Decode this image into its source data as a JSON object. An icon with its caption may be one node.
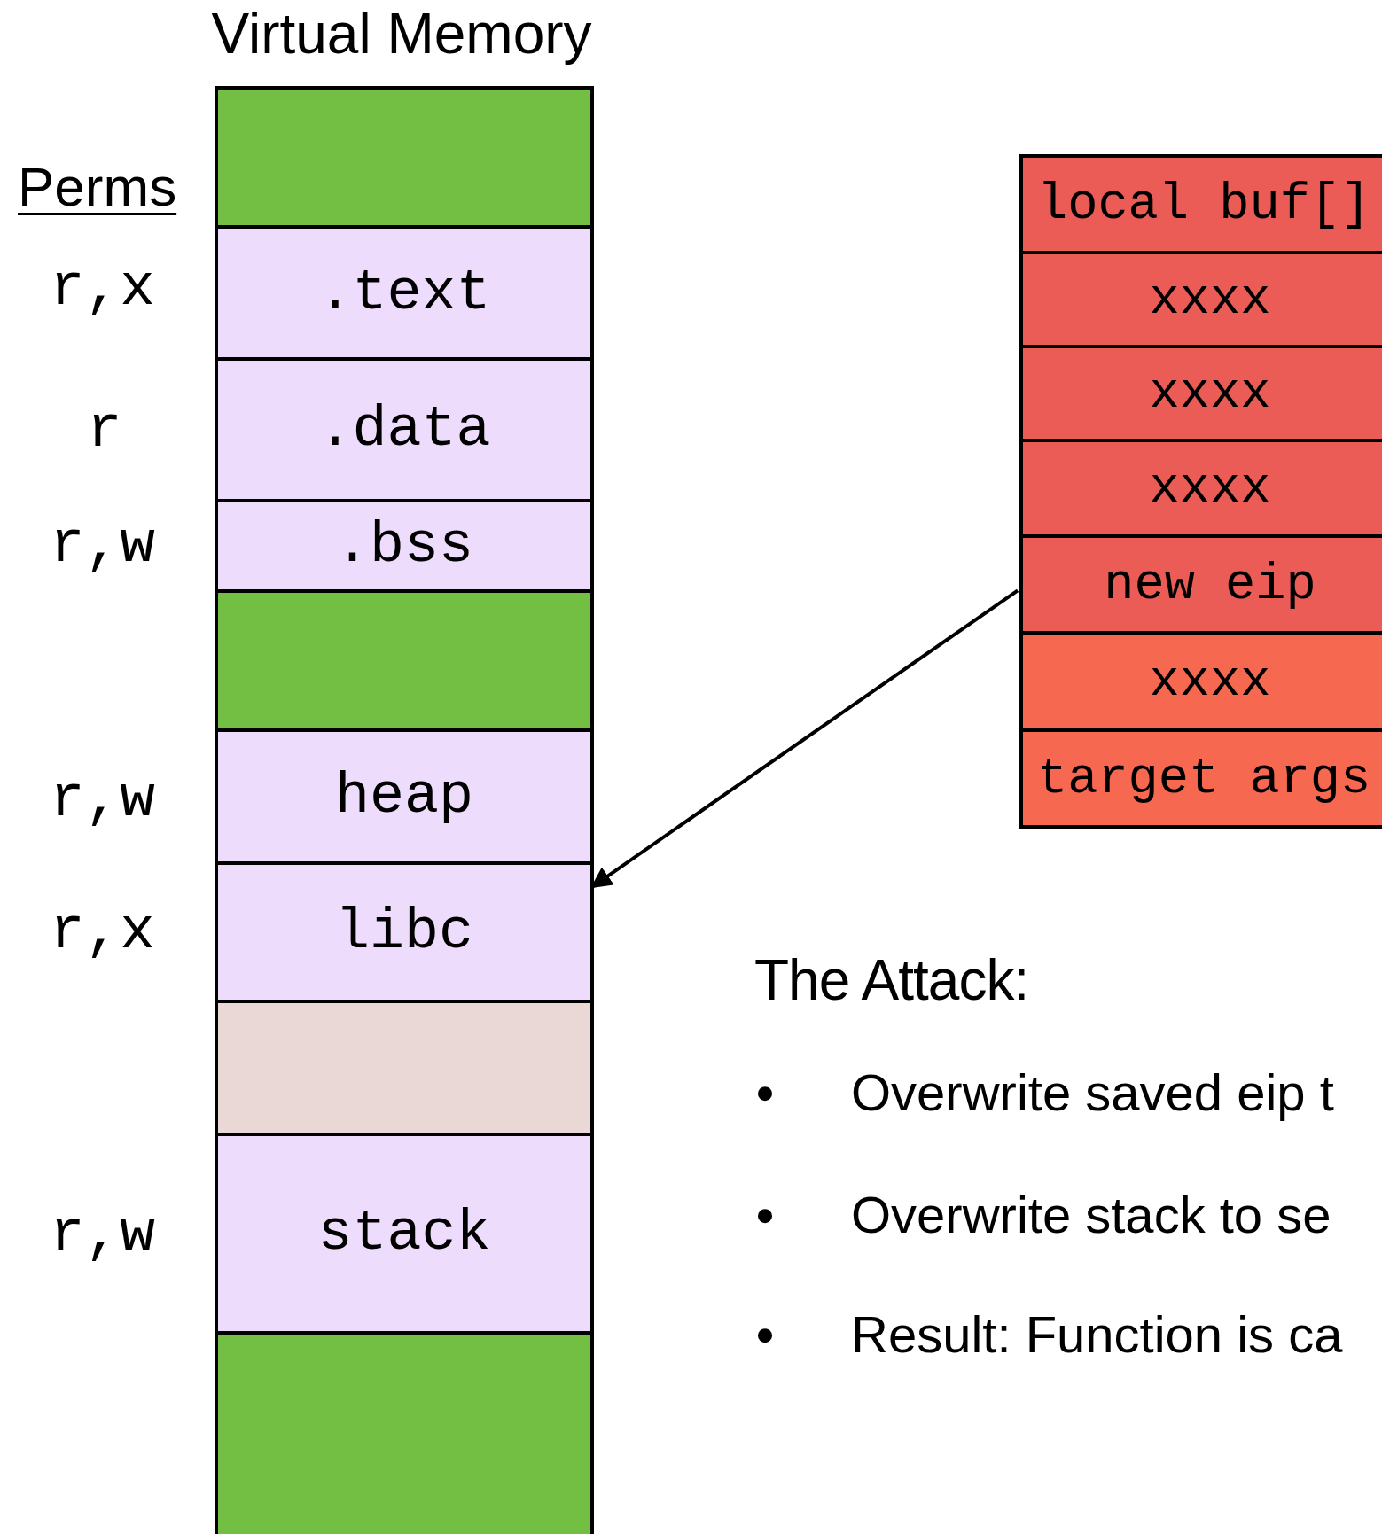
{
  "diagram": {
    "title": "Virtual Memory",
    "nodes": [
      {
        "text": [],
        "shape": "box"
      },
      {
        "text": [
          ".text"
        ]
      },
      {
        "text": [
          ".data"
        ]
      },
      {
        "text": [
          ".bss"
        ]
      },
      {
        "text": [],
        "shape": "box"
      },
      {
        "text": [
          "heap"
        ]
      },
      {
        "text": [
          "libc"
        ]
      },
      {
        "text": [],
        "shape": "box"
      },
      {
        "text": [
          "stack"
        ]
      },
      {
        "text": [],
        "shape": "box"
      },
      {
        "text": [
          "local buf[]"
        ]
      },
      {
        "text": [
          "xxxx"
        ]
      },
      {
        "text": [
          "xxxx"
        ]
      },
      {
        "text": [
          "xxxx"
        ]
      },
      {
        "text": [
          "new eip"
        ]
      },
      {
        "text": [
          "xxxx"
        ]
      },
      {
        "text": [
          "target args"
        ]
      }
    ],
    "edges": [
      {
        "from": 14,
        "to": 6,
        "arrow": "to"
      }
    ],
    "labels": [
      "Perms",
      "r,x",
      "r",
      "r,w",
      "r,w",
      "r,x",
      "r,w",
      "The Attack:",
      "Overwrite saved eip t",
      "Overwrite stack to se",
      "Result: Function is ca"
    ]
  }
}
